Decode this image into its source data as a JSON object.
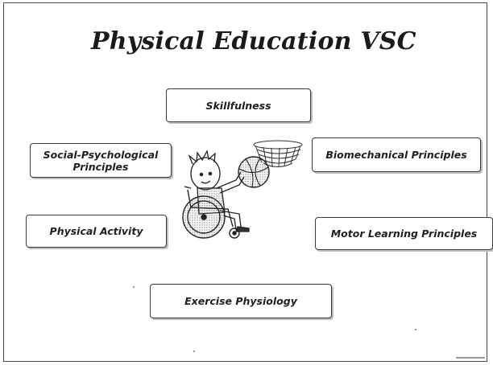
{
  "slide": {
    "title": "Physical Education VSC"
  },
  "topics": {
    "skillfulness": "Skillfulness",
    "social_psychological": "Social-Psychological Principles",
    "biomechanical": "Biomechanical Principles",
    "physical_activity": "Physical Activity",
    "motor_learning": "Motor Learning Principles",
    "exercise_physiology": "Exercise Physiology"
  },
  "illustration": {
    "icon": "wheelchair-basketball-clipart-icon"
  }
}
